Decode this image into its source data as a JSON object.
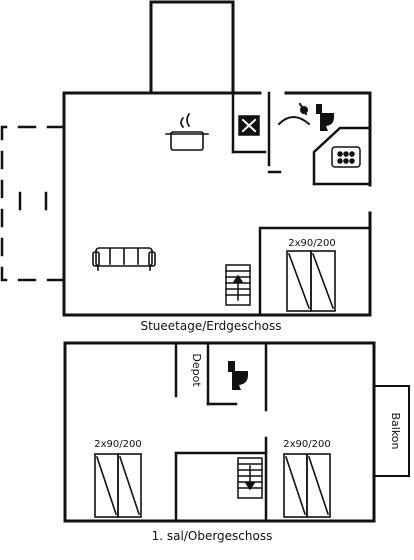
{
  "plan": {
    "ground_floor": {
      "caption": "Stueetage/Erdgeschoss",
      "bed_label": "2x90/200",
      "icons": [
        "cooking-pot-icon",
        "washing-machine-icon",
        "shower-icon",
        "toilet-icon",
        "stove-icon",
        "sofa-icon",
        "stairs-up-icon"
      ]
    },
    "upper_floor": {
      "caption": "1. sal/Obergeschoss",
      "depot_label": "Depot",
      "balcony_label": "Balkon",
      "bed_left_label": "2x90/200",
      "bed_right_label": "2x90/200",
      "icons": [
        "toilet-icon",
        "stairs-down-icon"
      ]
    },
    "colors": {
      "wall": "#111111",
      "background": "#ffffff"
    }
  }
}
